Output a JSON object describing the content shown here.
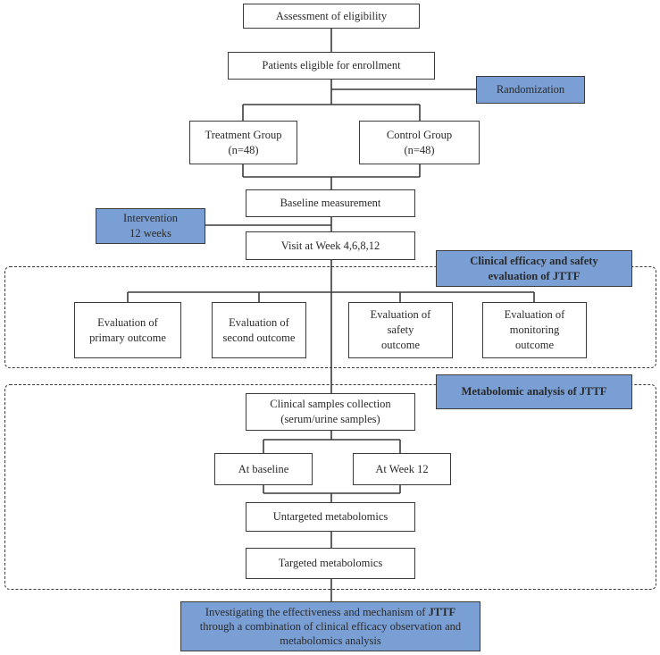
{
  "nodes": {
    "assessment": "Assessment of eligibility",
    "eligible": "Patients eligible for enrollment",
    "randomization": "Randomization",
    "treatment": {
      "line1": "Treatment Group",
      "line2": "(n=48)"
    },
    "control": {
      "line1": "Control Group",
      "line2": "(n=48)"
    },
    "baseline_measurement": "Baseline measurement",
    "intervention": {
      "line1": "Intervention",
      "line2": "12 weeks"
    },
    "visit": "Visit at Week 4,6,8,12",
    "clinical_eval": {
      "line1": "Clinical efficacy and safety",
      "line2": "evaluation of JTTF"
    },
    "eval_primary": {
      "line1": "Evaluation of",
      "line2": "primary outcome"
    },
    "eval_second": {
      "line1": "Evaluation of",
      "line2": "second outcome"
    },
    "eval_safety": {
      "line1": "Evaluation of",
      "line2": "safety",
      "line3": "outcome"
    },
    "eval_monitoring": {
      "line1": "Evaluation of",
      "line2": "monitoring",
      "line3": "outcome"
    },
    "metabolomic": "Metabolomic analysis of JTTF",
    "samples": {
      "line1": "Clinical samples collection",
      "line2": "(serum/urine samples)"
    },
    "at_baseline": "At baseline",
    "at_week12": "At Week 12",
    "untargeted": "Untargeted metabolomics",
    "targeted": "Targeted metabolomics",
    "final": {
      "pre": "Investigating the effectiveness and mechanism of ",
      "bold": "JTTF",
      "line2": "through a combination of clinical efficacy observation and",
      "line3": "metabolomics analysis"
    }
  },
  "colors": {
    "highlight_fill": "#7a9fd4",
    "line": "#3a3a3a"
  }
}
